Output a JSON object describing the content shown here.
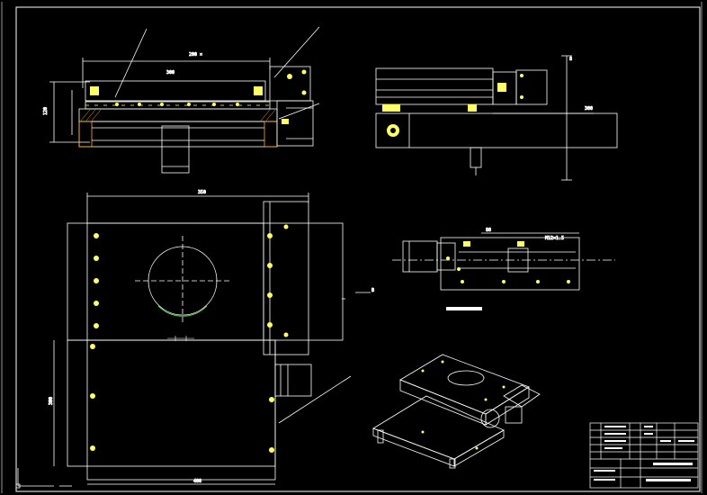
{
  "drawing": {
    "background": "#000000",
    "line_color": "#ffffff",
    "accent_color": "#ffff66",
    "dim_color": "#ffffff"
  },
  "views": {
    "front_section": {
      "name": "front-section-view"
    },
    "side_view": {
      "name": "side-view"
    },
    "top_view": {
      "name": "top-view"
    },
    "right_small_view": {
      "name": "detail-view"
    },
    "isometric": {
      "name": "isometric-view"
    }
  },
  "title_block": {
    "rows": 6,
    "cols": 6
  },
  "icons": [
    "ucs-axis-icon"
  ]
}
